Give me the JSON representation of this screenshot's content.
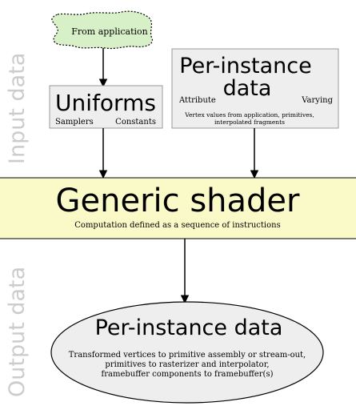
{
  "side_labels": {
    "input": "Input data",
    "output": "Output data"
  },
  "source": {
    "label": "From application"
  },
  "uniforms": {
    "title": "Uniforms",
    "left": "Samplers",
    "right": "Constants"
  },
  "per_instance_in": {
    "title_line1": "Per-instance",
    "title_line2": "data",
    "left": "Attribute",
    "right": "Varying",
    "caption_line1": "Vertex values from application, primitives,",
    "caption_line2": "interpolated fragments"
  },
  "shader": {
    "title": "Generic shader",
    "caption": "Computation defined as a sequence of instructions"
  },
  "per_instance_out": {
    "title": "Per-instance data",
    "line1": "Transformed vertices to primitive assembly or stream-out,",
    "line2": "primitives to rasterizer and interpolator,",
    "line3": "framebuffer components to framebuffer(s)"
  },
  "colors": {
    "source_fill": "#d8f0c8",
    "box_fill": "#eeeeee",
    "shader_band": "#fafac8",
    "ellipse_fill": "#eeeeee",
    "side_label": "#cccccc",
    "stroke": "#000000"
  }
}
